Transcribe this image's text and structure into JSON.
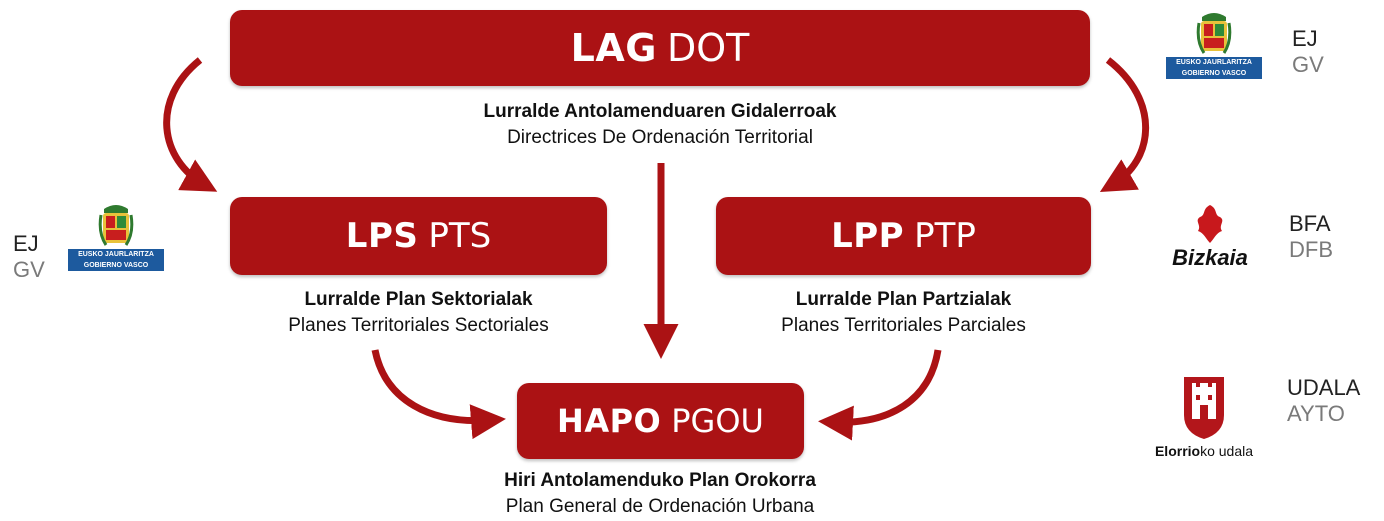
{
  "boxes": {
    "lag": {
      "strong": "LAG",
      "light": "DOT"
    },
    "lps": {
      "strong": "LPS",
      "light": "PTS"
    },
    "lpp": {
      "strong": "LPP",
      "light": "PTP"
    },
    "hapo": {
      "strong": "HAPO",
      "light": "PGOU"
    }
  },
  "captions": {
    "lag": {
      "eu": "Lurralde Antolamenduaren Gidalerroak",
      "es": "Directrices De Ordenación Territorial"
    },
    "lps": {
      "eu": "Lurralde Plan Sektorialak",
      "es": "Planes Territoriales Sectoriales"
    },
    "lpp": {
      "eu": "Lurralde Plan Partzialak",
      "es": "Planes Territoriales Parciales"
    },
    "hapo": {
      "eu": "Hiri Antolamenduko Plan Orokorra",
      "es": "Plan General de Ordenación Urbana"
    }
  },
  "authorities": {
    "ej_right": {
      "line1": "EJ",
      "line2": "GV"
    },
    "ej_left": {
      "line1": "EJ",
      "line2": "GV"
    },
    "bfa": {
      "line1": "BFA",
      "line2": "DFB"
    },
    "udala": {
      "line1": "UDALA",
      "line2": "AYTO"
    }
  },
  "logos": {
    "ej": {
      "line1": "EUSKO JAURLARITZA",
      "line2": "GOBIERNO VASCO"
    },
    "bizkaia": {
      "text": "Bizkaia"
    },
    "elorrio": {
      "bold": "Elorrio",
      "rest": "ko udala"
    }
  },
  "colors": {
    "accent": "#ab1214",
    "text": "#111111",
    "muted": "#7a7a7a",
    "ej_blue": "#1d5a9e"
  }
}
